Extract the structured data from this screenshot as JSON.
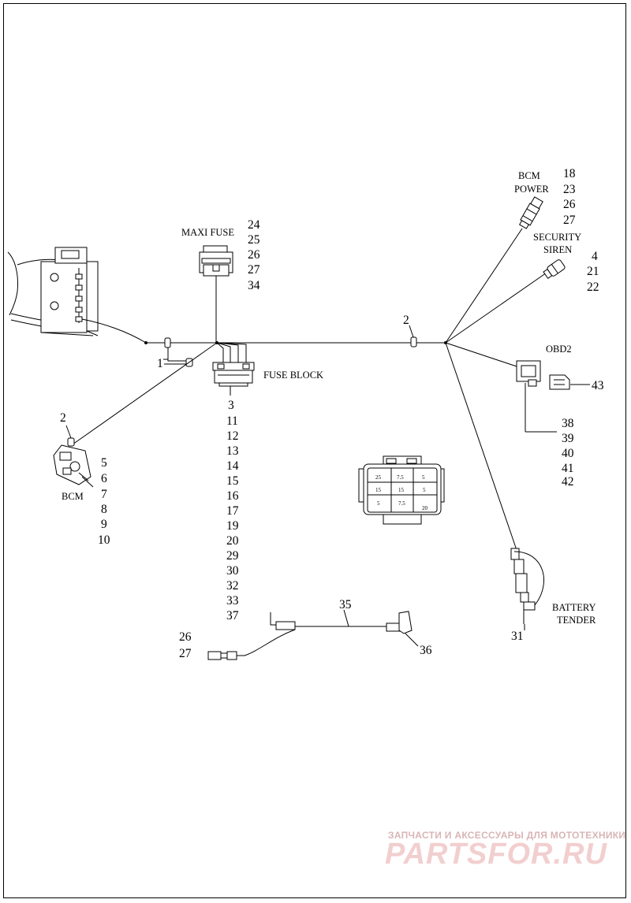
{
  "labels": {
    "maxi_fuse": "MAXI FUSE",
    "fuse_block": "FUSE BLOCK",
    "bcm": "BCM",
    "bcm_power_1": "BCM",
    "bcm_power_2": "POWER",
    "security_siren_1": "SECURITY",
    "security_siren_2": "SIREN",
    "obd2": "OBD2",
    "battery_tender_1": "BATTERY",
    "battery_tender_2": "TENDER"
  },
  "callouts": {
    "maxi_fuse": [
      "24",
      "25",
      "26",
      "27",
      "34"
    ],
    "bcm_power": [
      "18",
      "23",
      "26",
      "27"
    ],
    "security_siren": [
      "4",
      "21",
      "22"
    ],
    "fuse_block": [
      "3",
      "11",
      "12",
      "13",
      "14",
      "15",
      "16",
      "17",
      "19",
      "20",
      "29",
      "30",
      "32",
      "33",
      "37"
    ],
    "bcm": [
      "5",
      "6",
      "7",
      "8",
      "9",
      "10"
    ],
    "obd2_connector": "43",
    "obd2": [
      "38",
      "39",
      "40",
      "41",
      "42"
    ],
    "clip_left": "1",
    "clip_main": "2",
    "clip_bcm": "2",
    "jumper": "35",
    "jumper_end": "36",
    "jumper_plug": [
      "26",
      "27"
    ],
    "battery_tender": "31"
  },
  "fuse_detail": {
    "cells": [
      "25",
      "7.5",
      "5",
      "15",
      "15",
      "5",
      "5",
      "7.5",
      "20"
    ]
  },
  "watermark": {
    "top": "ЗАПЧАСТИ И АКСЕССУАРЫ ДЛЯ МОТОТЕХНИКИ",
    "logo": "PARTSFOR.RU"
  }
}
